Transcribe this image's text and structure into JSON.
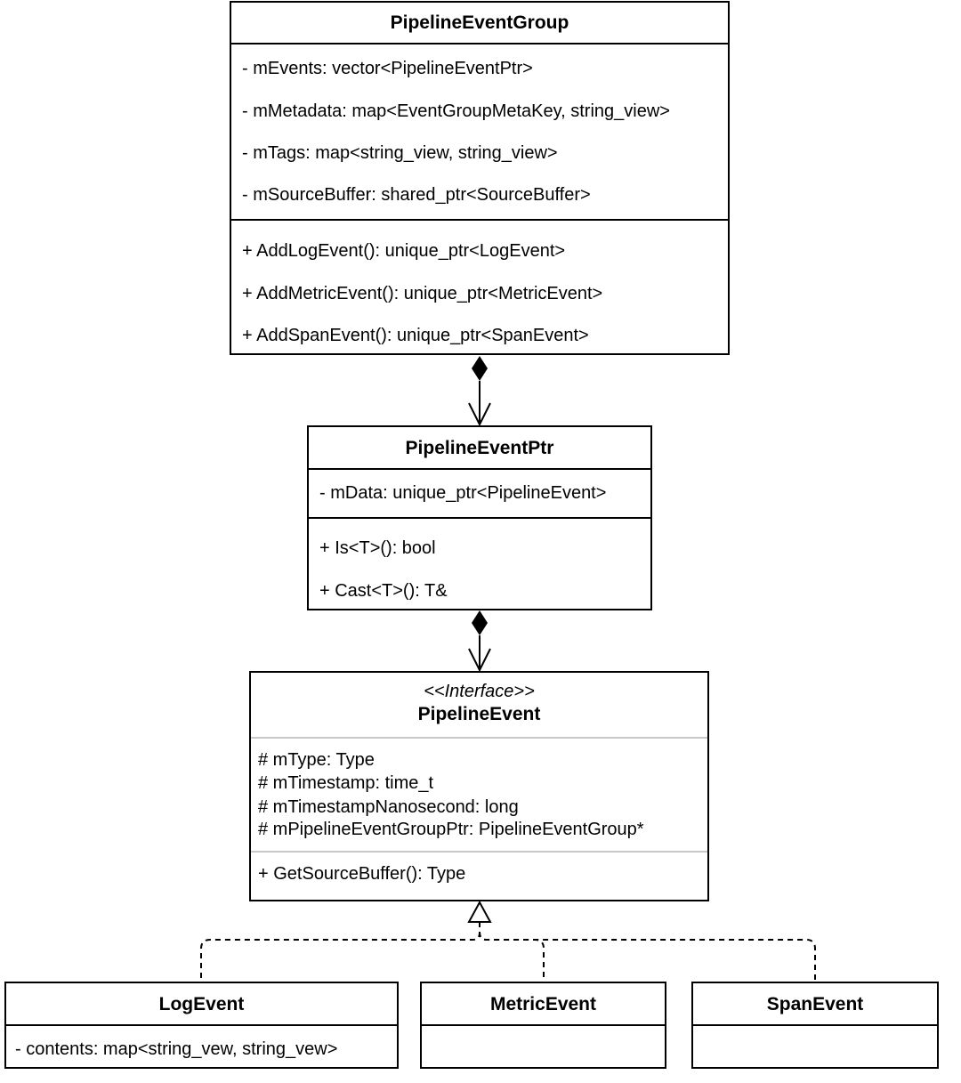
{
  "classes": {
    "group": {
      "name": "PipelineEventGroup",
      "attributes": [
        "- mEvents: vector<PipelineEventPtr>",
        "- mMetadata: map<EventGroupMetaKey, string_view>",
        "- mTags: map<string_view, string_view>",
        "- mSourceBuffer: shared_ptr<SourceBuffer>"
      ],
      "methods": [
        "+ AddLogEvent(): unique_ptr<LogEvent>",
        "+ AddMetricEvent(): unique_ptr<MetricEvent>",
        "+ AddSpanEvent(): unique_ptr<SpanEvent>"
      ]
    },
    "ptr": {
      "name": "PipelineEventPtr",
      "attributes": [
        "- mData: unique_ptr<PipelineEvent>"
      ],
      "methods": [
        "+ Is<T>(): bool",
        "+ Cast<T>(): T&"
      ]
    },
    "event": {
      "stereotype": "<<Interface>>",
      "name": "PipelineEvent",
      "attributes": [
        "# mType: Type",
        "# mTimestamp: time_t",
        "# mTimestampNanosecond: long",
        "# mPipelineEventGroupPtr: PipelineEventGroup*"
      ],
      "methods": [
        "+ GetSourceBuffer(): Type"
      ]
    },
    "log": {
      "name": "LogEvent",
      "attributes": [
        "- contents: map<string_vew, string_vew>"
      ]
    },
    "metric": {
      "name": "MetricEvent"
    },
    "span": {
      "name": "SpanEvent"
    }
  }
}
